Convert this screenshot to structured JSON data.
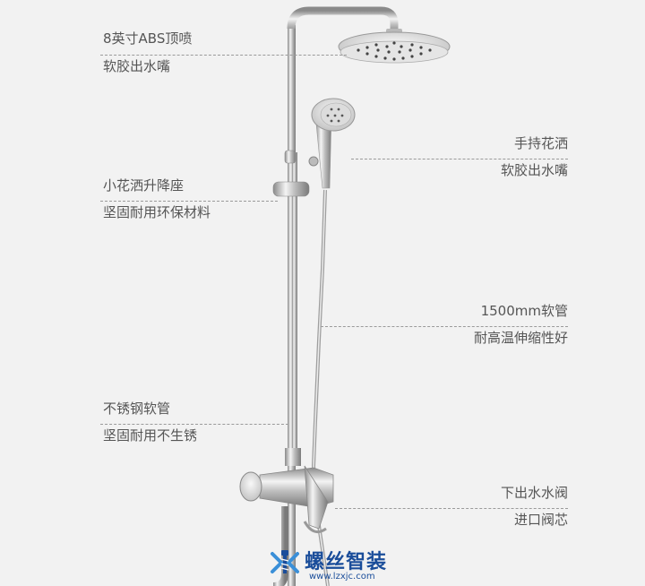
{
  "annotations": {
    "top_spray": {
      "title": "8英寸ABS顶喷",
      "subtitle": "软胶出水嘴"
    },
    "hand_shower": {
      "title": "手持花洒",
      "subtitle": "软胶出水嘴"
    },
    "lift_seat": {
      "title": "小花洒升降座",
      "subtitle": "坚固耐用环保材料"
    },
    "hose": {
      "title": "1500mm软管",
      "subtitle": "耐高温伸缩性好"
    },
    "steel_hose": {
      "title": "不锈钢软管",
      "subtitle": "坚固耐用不生锈"
    },
    "valve": {
      "title": "下出水水阀",
      "subtitle": "进口阀芯"
    }
  },
  "watermark": {
    "brand": "螺丝智装",
    "site": "www.lzxjc.com"
  },
  "colors": {
    "background": "#f2f2f2",
    "text": "#555555",
    "chrome": "#c8c8c8",
    "brand": "#1a4d9a"
  }
}
